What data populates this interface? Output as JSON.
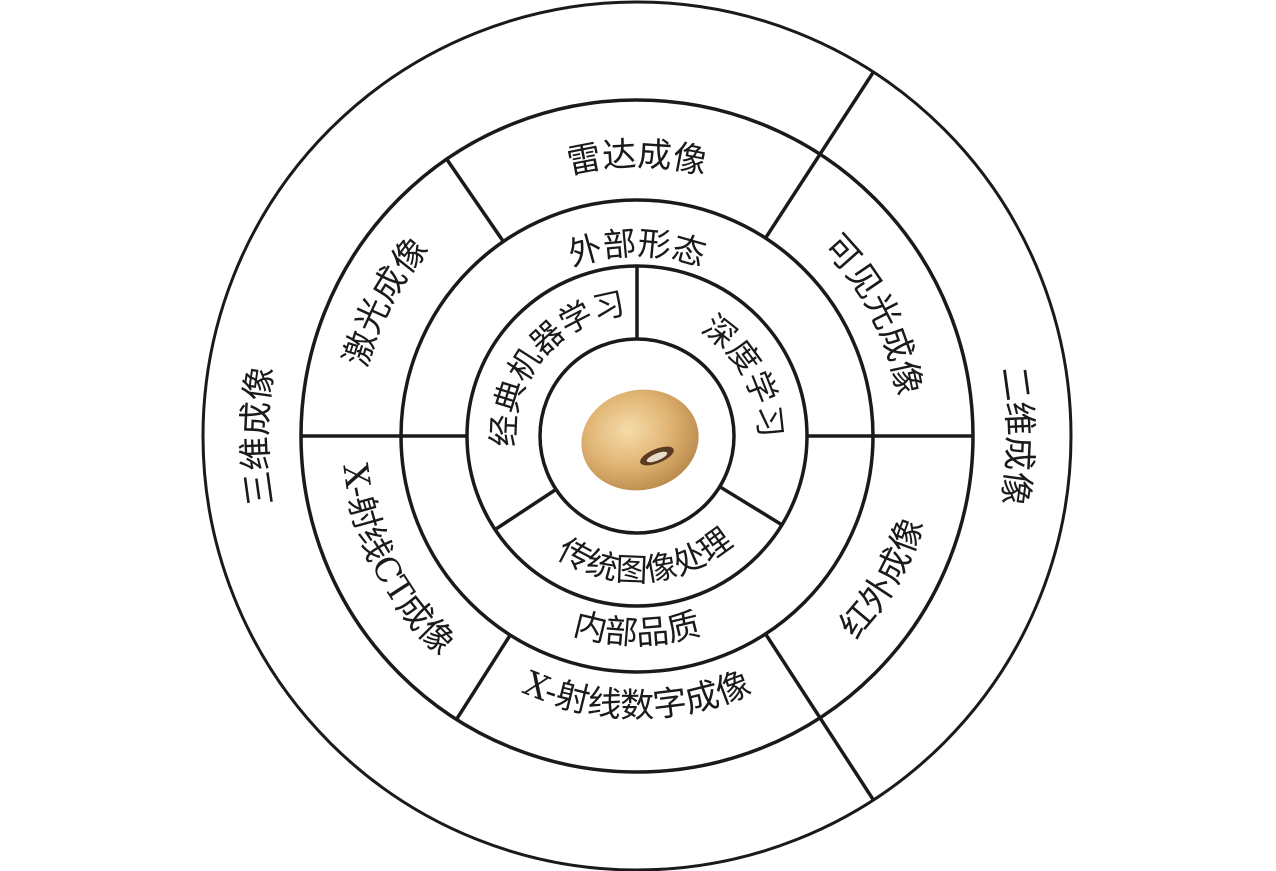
{
  "diagram": {
    "center_image": "soybean-seed",
    "outer_ring": [
      "三维成像",
      "二维成像"
    ],
    "imaging_ring": [
      "雷达成像",
      "可见光成像",
      "红外成像",
      "X-射线数字成像",
      "X-射线CT成像",
      "激光成像"
    ],
    "quality_ring": [
      "外部形态",
      "内部品质"
    ],
    "method_ring": [
      "经典机器学习",
      "深度学习",
      "传统图像处理"
    ]
  }
}
